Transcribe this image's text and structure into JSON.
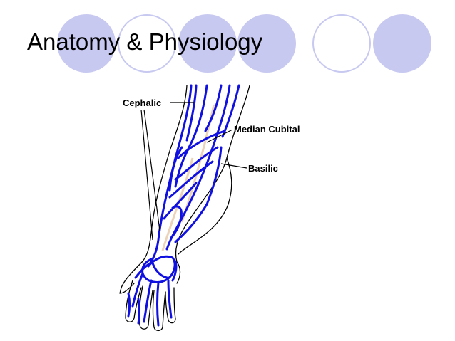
{
  "slide": {
    "title": "Anatomy & Physiology"
  },
  "diagram": {
    "labels": {
      "cephalic": "Cephalic",
      "median_cubital": "Median Cubital",
      "basilic": "Basilic"
    }
  },
  "colors": {
    "decor_circle": "#c8c9f0",
    "vein": "#1010e0",
    "outline": "#000000",
    "bone": "#e8c8a8"
  }
}
